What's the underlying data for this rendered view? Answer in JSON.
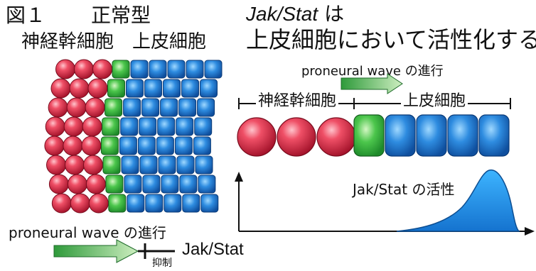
{
  "figure": {
    "label": "図１",
    "normal_title": "正常型",
    "neural_stem_cells_label": "神経幹細胞",
    "epithelial_cells_label": "上皮細胞",
    "jak_title_prefix": "Jak/Stat",
    "jak_title_suffix": " は",
    "jak_title_line2": "上皮細胞において活性化する",
    "wave_label_top": "proneural wave の進行",
    "neural_stem_cells_label_right": "神経幹細胞",
    "epithelial_cells_label_right": "上皮細胞",
    "activity_label": "Jak/Stat の活性",
    "wave_label_bottom": "proneural wave の進行",
    "inhibit_target": "Jak/Stat",
    "inhibit_note": "抑制"
  },
  "colors": {
    "neural_stem_cell": "#d8243c",
    "wave_front_cell": "#3cb43c",
    "epithelial_cell": "#1f78d0",
    "activity_curve": "#1d9ee8",
    "arrow_gradient_start": "#2e9a3a",
    "arrow_gradient_end": "#cdeec0"
  },
  "left_tissue": {
    "rows": 8,
    "row_offsets_in_cells": [
      2.0,
      1.5,
      1.2,
      0.9,
      0.8,
      1.0,
      1.3,
      1.6
    ],
    "red_cells_per_row": 3,
    "green_cells_per_row": 1,
    "blue_cells_per_row": 5
  },
  "right_row": {
    "red_cells": 3,
    "green_cells": 1,
    "blue_cells": 4
  }
}
